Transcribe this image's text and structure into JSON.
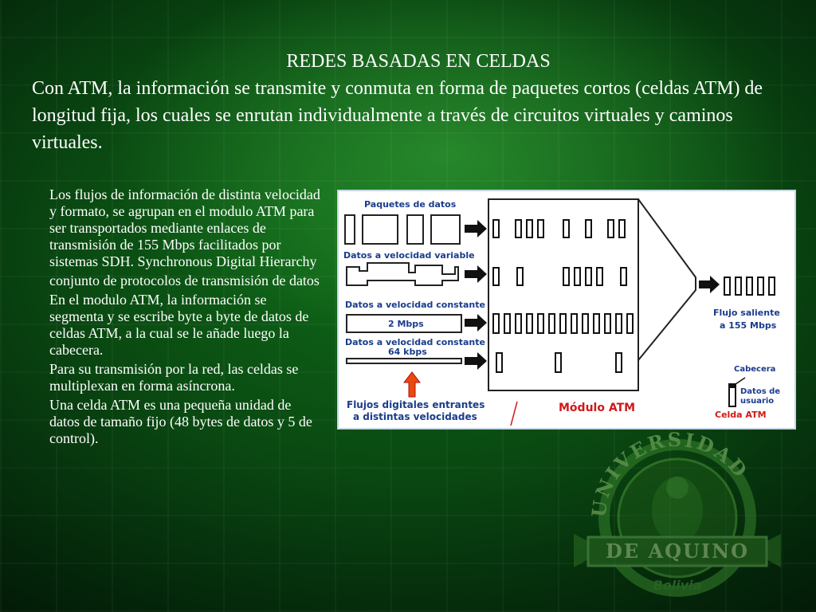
{
  "slide": {
    "heading": "REDES BASADAS EN CELDAS",
    "intro": "Con ATM, la información se transmite y conmuta en forma de paquetes cortos (celdas ATM) de longitud fija, los cuales se enrutan individualmente a través de circuitos virtuales y caminos virtuales.",
    "bullets": [
      "Los flujos de información de distinta velocidad y formato, se agrupan en el modulo ATM para ser transportados mediante enlaces de transmisión de 155 Mbps facilitados por sistemas SDH.  Synchronous Digital Hierarchy",
      "conjunto de protocolos de transmisión de datos",
      "En el modulo ATM, la información se segmenta y se escribe byte a byte de datos de celdas ATM, a la cual se le añade luego la cabecera.",
      "Para su transmisión por la red, las celdas se multiplexan en forma asíncrona.",
      "Una celda ATM es una pequeña unidad de datos de tamaño fijo (48 bytes de datos y 5 de control)."
    ]
  },
  "diagram": {
    "label_packets": "Paquetes de datos",
    "label_variable": "Datos a velocidad variable",
    "label_constant": "Datos a velocidad constante",
    "label_2mbps": "2 Mbps",
    "label_constant2": "Datos a velocidad constante",
    "label_64": "64 kbps",
    "label_inflows_1": "Flujos digitales entrantes",
    "label_inflows_2": "a distintas velocidades",
    "label_module": "Módulo ATM",
    "label_out_1": "Flujo saliente",
    "label_out_2": "a 155 Mbps",
    "label_header": "Cabecera",
    "label_user_1": "Datos de",
    "label_user_2": "usuario",
    "label_cell": "Celda ATM",
    "accent_blue": "#1a3c8c",
    "accent_red": "#d01818"
  },
  "logo": {
    "top_text": "UNIVERSIDAD",
    "banner_text": "DE AQUINO",
    "bottom_text": "Bolivia"
  }
}
